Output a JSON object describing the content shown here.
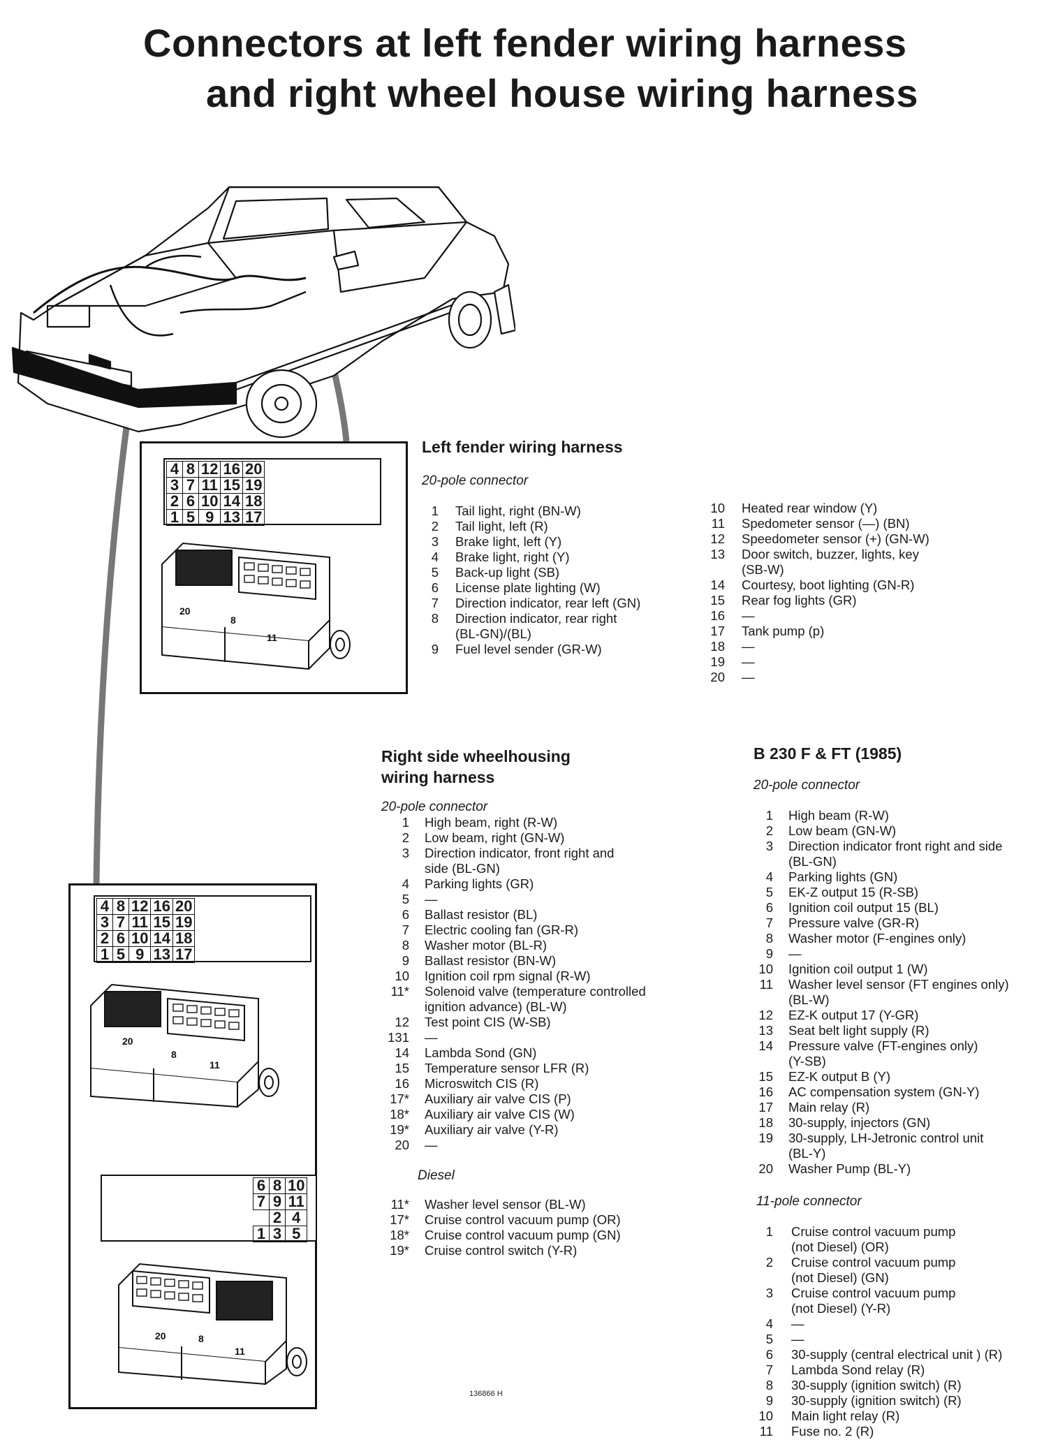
{
  "title": {
    "line1": "Connectors at left fender wiring harness",
    "line2": "and right wheel house wiring harness"
  },
  "left_fender": {
    "heading": "Left fender wiring harness",
    "connector_label": "20-pole connector",
    "col1": [
      {
        "n": "1",
        "t": "Tail light, right (BN-W)"
      },
      {
        "n": "2",
        "t": "Tail light, left (R)"
      },
      {
        "n": "3",
        "t": "Brake light, left (Y)"
      },
      {
        "n": "4",
        "t": "Brake light, right (Y)"
      },
      {
        "n": "5",
        "t": "Back-up light (SB)"
      },
      {
        "n": "6",
        "t": "License plate lighting (W)"
      },
      {
        "n": "7",
        "t": "Direction indicator, rear left (GN)"
      },
      {
        "n": "8",
        "t": "Direction indicator, rear right\n(BL-GN)/(BL)"
      },
      {
        "n": "9",
        "t": "Fuel level sender (GR-W)"
      }
    ],
    "col2": [
      {
        "n": "10",
        "t": "Heated rear window (Y)"
      },
      {
        "n": "11",
        "t": "Spedometer sensor (—) (BN)"
      },
      {
        "n": "12",
        "t": "Speedometer sensor (+) (GN-W)"
      },
      {
        "n": "13",
        "t": "Door switch, buzzer, lights, key\n(SB-W)"
      },
      {
        "n": "14",
        "t": "Courtesy, boot lighting (GN-R)"
      },
      {
        "n": "15",
        "t": "Rear fog lights (GR)"
      },
      {
        "n": "16",
        "t": "—"
      },
      {
        "n": "17",
        "t": "Tank pump (p)"
      },
      {
        "n": "18",
        "t": "—"
      },
      {
        "n": "19",
        "t": "—"
      },
      {
        "n": "20",
        "t": "—"
      }
    ]
  },
  "right_wheelhousing": {
    "heading_line1": "Right side wheelhousing",
    "heading_line2": "wiring harness",
    "connector_label": "20-pole connector",
    "items": [
      {
        "n": "1",
        "t": "High beam, right (R-W)"
      },
      {
        "n": "2",
        "t": "Low beam, right (GN-W)"
      },
      {
        "n": "3",
        "t": "Direction indicator, front right and\nside (BL-GN)"
      },
      {
        "n": "4",
        "t": "Parking lights (GR)"
      },
      {
        "n": "5",
        "t": "—"
      },
      {
        "n": "6",
        "t": "Ballast resistor (BL)"
      },
      {
        "n": "7",
        "t": "Electric cooling fan (GR-R)"
      },
      {
        "n": "8",
        "t": "Washer motor (BL-R)"
      },
      {
        "n": "9",
        "t": "Ballast resistor (BN-W)"
      },
      {
        "n": "10",
        "t": "Ignition coil rpm signal (R-W)"
      },
      {
        "n": "11*",
        "t": "Solenoid valve (temperature controlled\nignition advance) (BL-W)"
      },
      {
        "n": "12",
        "t": "Test point CIS (W-SB)"
      },
      {
        "n": "131",
        "t": "—"
      },
      {
        "n": "14",
        "t": "Lambda Sond (GN)"
      },
      {
        "n": "15",
        "t": "Temperature sensor LFR (R)"
      },
      {
        "n": "16",
        "t": "Microswitch CIS (R)"
      },
      {
        "n": "17*",
        "t": "Auxiliary air valve CIS (P)"
      },
      {
        "n": "18*",
        "t": "Auxiliary air valve CIS (W)"
      },
      {
        "n": "19*",
        "t": "Auxiliary air valve (Y-R)"
      },
      {
        "n": "20",
        "t": "—"
      }
    ],
    "diesel_label": "Diesel",
    "diesel_items": [
      {
        "n": "11*",
        "t": "Washer level sensor (BL-W)"
      },
      {
        "n": "17*",
        "t": "Cruise control vacuum pump (OR)"
      },
      {
        "n": "18*",
        "t": "Cruise control vacuum pump (GN)"
      },
      {
        "n": "19*",
        "t": "Cruise control switch (Y-R)"
      }
    ]
  },
  "b230": {
    "heading": "B 230 F & FT (1985)",
    "connector_label": "20-pole connector",
    "items": [
      {
        "n": "1",
        "t": "High beam (R-W)"
      },
      {
        "n": "2",
        "t": "Low beam (GN-W)"
      },
      {
        "n": "3",
        "t": "Direction indicator front right and side\n(BL-GN)"
      },
      {
        "n": "4",
        "t": "Parking lights (GN)"
      },
      {
        "n": "5",
        "t": "EK-Z output 15 (R-SB)"
      },
      {
        "n": "6",
        "t": "Ignition coil output 15 (BL)"
      },
      {
        "n": "7",
        "t": "Pressure valve (GR-R)"
      },
      {
        "n": "8",
        "t": "Washer motor (F-engines only)"
      },
      {
        "n": "9",
        "t": "—"
      },
      {
        "n": "10",
        "t": "Ignition coil output 1 (W)"
      },
      {
        "n": "11",
        "t": "Washer level sensor (FT engines only)\n(BL-W)"
      },
      {
        "n": "12",
        "t": "EZ-K output 17 (Y-GR)"
      },
      {
        "n": "13",
        "t": "Seat belt light supply (R)"
      },
      {
        "n": "14",
        "t": "Pressure valve (FT-engines only)\n(Y-SB)"
      },
      {
        "n": "15",
        "t": "EZ-K output B (Y)"
      },
      {
        "n": "16",
        "t": "AC compensation system (GN-Y)"
      },
      {
        "n": "17",
        "t": "Main relay (R)"
      },
      {
        "n": "18",
        "t": "30-supply, injectors (GN)"
      },
      {
        "n": "19",
        "t": "30-supply, LH-Jetronic control unit\n(BL-Y)"
      },
      {
        "n": "20",
        "t": "Washer Pump (BL-Y)"
      }
    ],
    "connector11_label": "11-pole connector",
    "items11": [
      {
        "n": "1",
        "t": "Cruise control vacuum pump\n(not Diesel) (OR)"
      },
      {
        "n": "2",
        "t": "Cruise control vacuum pump\n(not Diesel) (GN)"
      },
      {
        "n": "3",
        "t": "Cruise control vacuum pump\n(not Diesel) (Y-R)"
      },
      {
        "n": "4",
        "t": "—"
      },
      {
        "n": "5",
        "t": "—"
      },
      {
        "n": "6",
        "t": "30-supply (central electrical unit ) (R)"
      },
      {
        "n": "7",
        "t": "Lambda Sond relay (R)"
      },
      {
        "n": "8",
        "t": "30-supply (ignition switch) (R)"
      },
      {
        "n": "9",
        "t": "30-supply (ignition switch) (R)"
      },
      {
        "n": "10",
        "t": "Main light relay (R)"
      },
      {
        "n": "11",
        "t": "Fuse no. 2 (R)"
      }
    ]
  },
  "pin_grid_20": [
    [
      "4",
      "8",
      "12",
      "16",
      "20"
    ],
    [
      "3",
      "7",
      "11",
      "15",
      "19"
    ],
    [
      "2",
      "6",
      "10",
      "14",
      "18"
    ],
    [
      "1",
      "5",
      "9",
      "13",
      "17"
    ]
  ],
  "pin_grid_11": [
    [
      "6",
      "8",
      "10"
    ],
    [
      "7",
      "9",
      "11"
    ],
    [
      "",
      "2",
      "4"
    ],
    [
      "1",
      "3",
      "5"
    ]
  ],
  "drawing_labels": {
    "connector_a": {
      "a": "20",
      "b": "8",
      "c": "11"
    },
    "connector_b": {
      "a": "20",
      "b": "8",
      "c": "11"
    },
    "connector_c": {
      "a": "20",
      "b": "8",
      "c": "11"
    }
  },
  "figure_code": "136866 H",
  "colors": {
    "ink": "#1a1a1a",
    "wire_gray": "#777777"
  }
}
